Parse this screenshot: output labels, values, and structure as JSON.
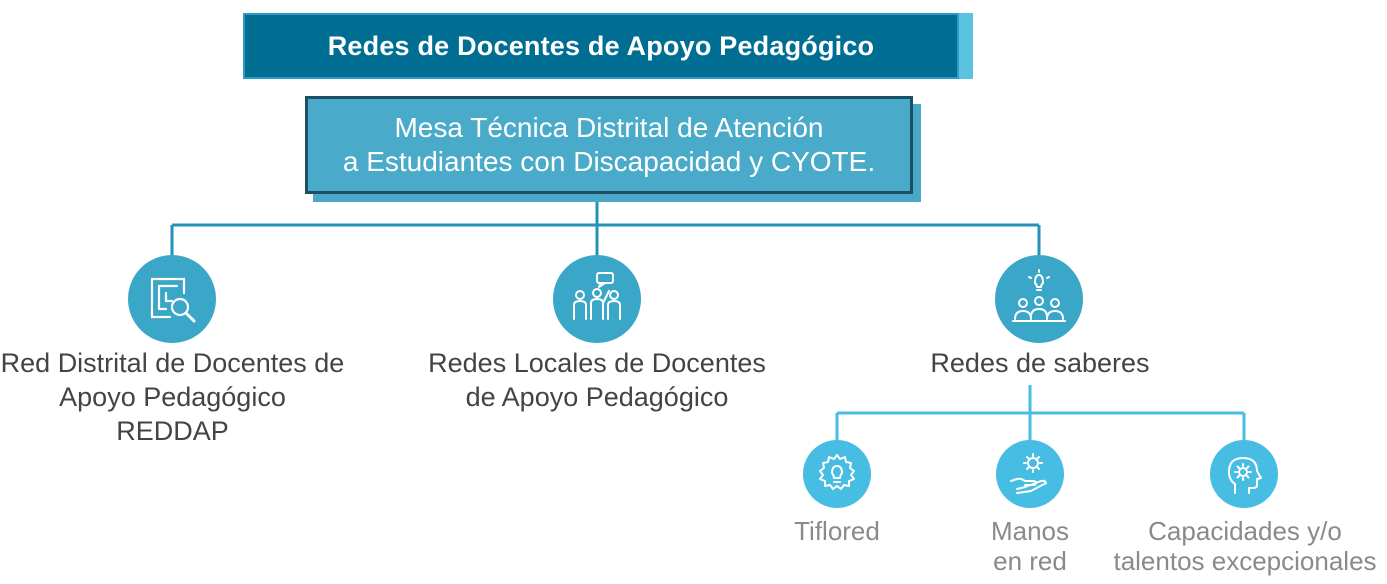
{
  "title": "Redes de Docentes de Apoyo Pedagógico",
  "subtitle_line1": "Mesa Técnica Distrital de Atención",
  "subtitle_line2": "a Estudiantes con Discapacidad y CYOTE.",
  "nodes": [
    {
      "label_line1": "Red Distrital de Docentes de",
      "label_line2": "Apoyo Pedagógico  REDDAP",
      "icon": "maze-magnifier-icon"
    },
    {
      "label_line1": "Redes Locales de Docentes",
      "label_line2": "de Apoyo Pedagógico",
      "icon": "group-discussion-icon"
    },
    {
      "label_line1": "Redes de saberes",
      "label_line2": "",
      "icon": "team-idea-icon"
    }
  ],
  "subnodes": [
    {
      "label_line1": "Tiflored",
      "label_line2": "",
      "icon": "gear-lightbulb-icon"
    },
    {
      "label_line1": "Manos",
      "label_line2": "en red",
      "icon": "hand-gear-icon"
    },
    {
      "label_line1": "Capacidades y/o",
      "label_line2": "talentos excepcionales",
      "icon": "head-gear-icon"
    }
  ],
  "colors": {
    "title_bg": "#006d92",
    "title_accent": "#5bc3e2",
    "subtitle_bg": "#4aaac9",
    "connector": "#2592b8",
    "connector_light": "#47bde3",
    "circle_main": "#3aa6c8",
    "circle_sub": "#47bde3"
  }
}
